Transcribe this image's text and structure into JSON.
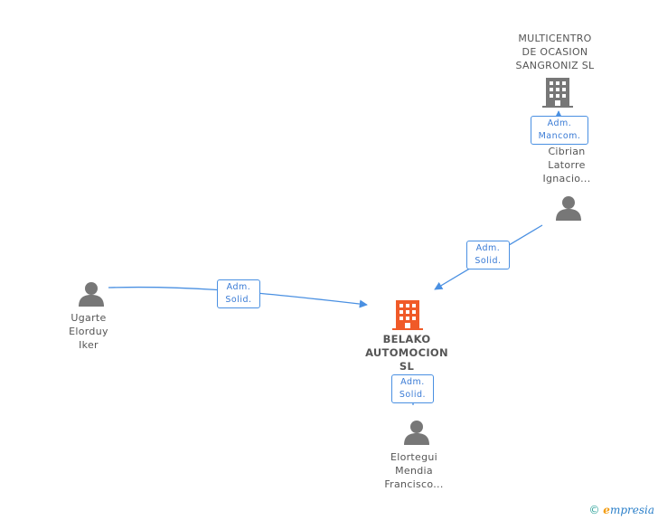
{
  "nodes": {
    "multicentro": {
      "name": "MULTICENTRO\nDE OCASION\nSANGRONIZ SL",
      "type": "company"
    },
    "cibrian": {
      "name": "Cibrian\nLatorre\nIgnacio...",
      "type": "person"
    },
    "ugarte": {
      "name": "Ugarte\nElorduy\nIker",
      "type": "person"
    },
    "belako": {
      "name": "BELAKO\nAUTOMOCION\nSL",
      "type": "company",
      "main": true
    },
    "elortegui": {
      "name": "Elortegui\nMendia\nFrancisco...",
      "type": "person"
    }
  },
  "edges": [
    {
      "id": "ugarte-belako",
      "role": "Adm.\nSolid."
    },
    {
      "id": "cibrian-belako",
      "role": "Adm.\nSolid."
    },
    {
      "id": "cibrian-multicentro",
      "role": "Adm.\nMancom."
    },
    {
      "id": "elortegui-belako",
      "role": "Adm.\nSolid."
    }
  ],
  "colors": {
    "edge": "#4a90e2",
    "main_company": "#f05a28",
    "company": "#777777",
    "person": "#777777"
  },
  "footer": {
    "copyright": "©",
    "brand_e": "e",
    "brand_rest": "mpresia"
  }
}
